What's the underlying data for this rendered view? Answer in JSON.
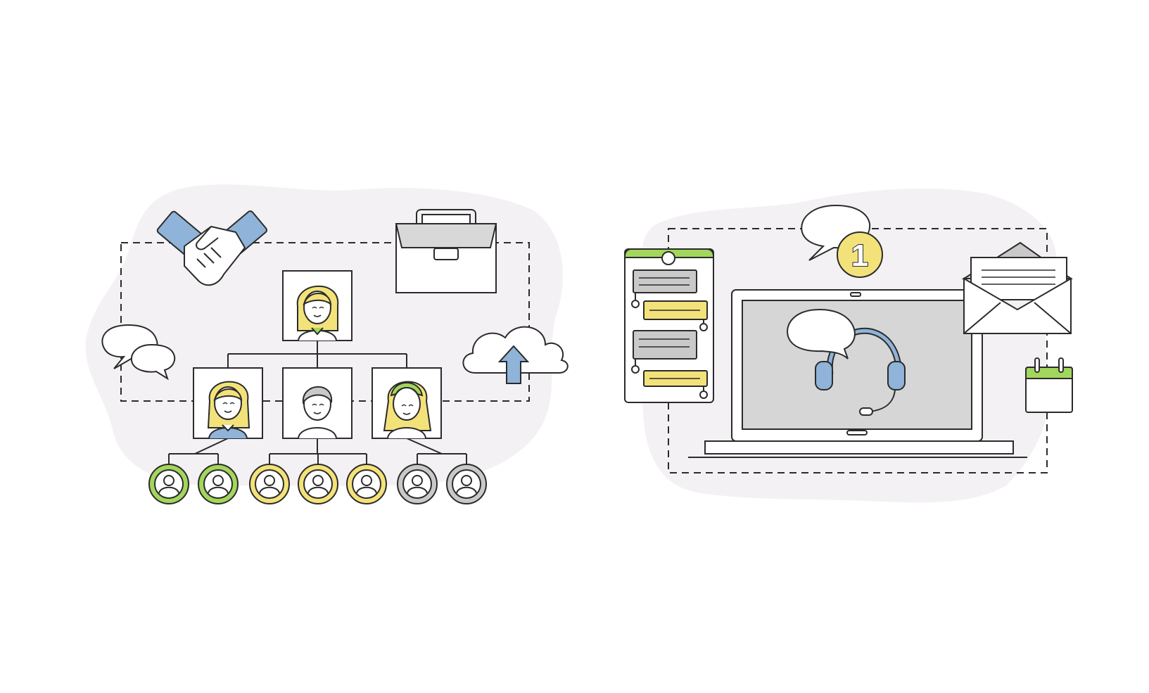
{
  "colors": {
    "background": "#ffffff",
    "blob": "#f4f1f5",
    "outline": "#2b2b2b",
    "yellow": "#f3e27a",
    "green": "#a3d65c",
    "blue": "#8fb3d9",
    "grey": "#c9c9c9",
    "screen": "#d6d6d6",
    "skin": "#ffffff"
  },
  "left_illustration": {
    "icons": [
      "handshake-icon",
      "briefcase-icon",
      "chat-bubbles-icon",
      "cloud-upload-icon"
    ],
    "org_chart": {
      "top": "woman-blonde",
      "middle": [
        "woman-blonde",
        "man-grey-hair",
        "woman-green-headband"
      ],
      "bottom_circles": [
        "green",
        "green",
        "yellow",
        "yellow",
        "yellow",
        "grey",
        "grey"
      ]
    }
  },
  "right_illustration": {
    "notification_count": "1",
    "icons": [
      "phone-chat-icon",
      "speech-bubble-icon",
      "notification-badge-icon",
      "laptop-icon",
      "headset-icon",
      "envelope-icon",
      "calendar-icon"
    ]
  }
}
